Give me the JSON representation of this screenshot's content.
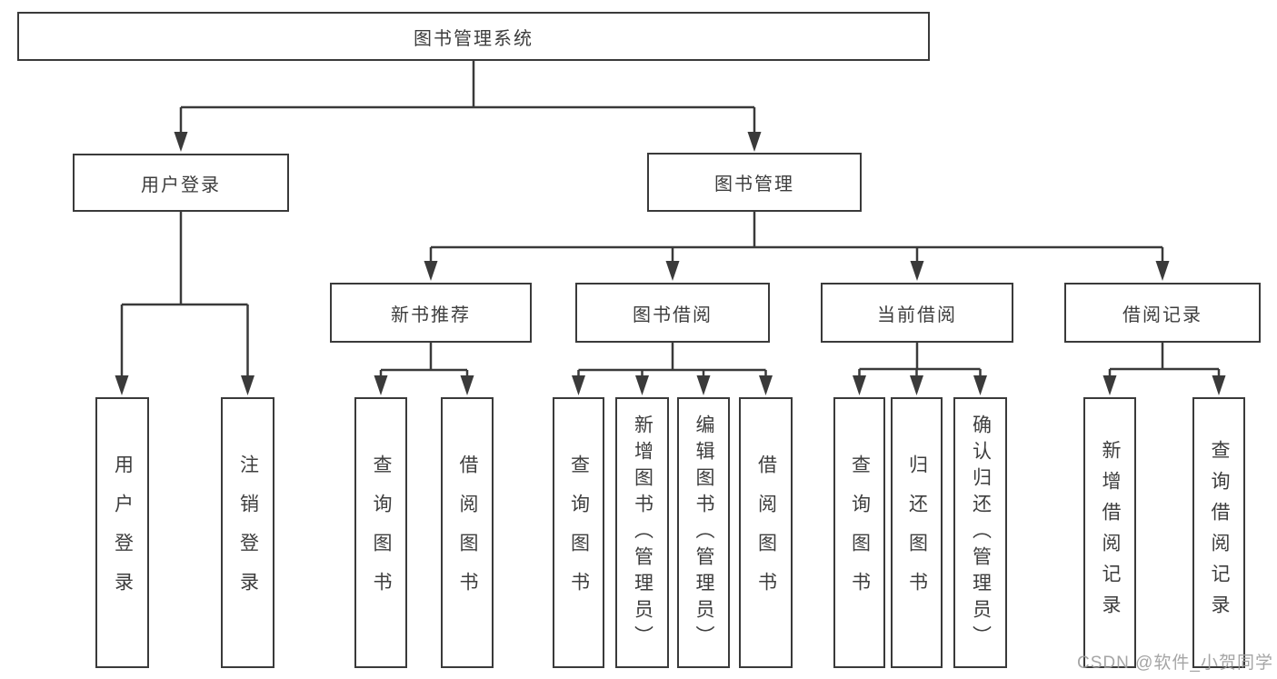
{
  "colors": {
    "line": "#3a3a3a",
    "text": "#3d3d3d",
    "box_bg": "#ffffff",
    "background": "#ffffff",
    "watermark": "#9c9c9c"
  },
  "tree": {
    "label": "图书管理系统",
    "children": [
      {
        "label": "用户登录",
        "children": [
          {
            "label": "用户登录"
          },
          {
            "label": "注销登录"
          }
        ]
      },
      {
        "label": "图书管理",
        "children": [
          {
            "label": "新书推荐",
            "children": [
              {
                "label": "查询图书"
              },
              {
                "label": "借阅图书"
              }
            ]
          },
          {
            "label": "图书借阅",
            "children": [
              {
                "label": "查询图书"
              },
              {
                "label": "新增图书（管理员）"
              },
              {
                "label": "编辑图书（管理员）"
              },
              {
                "label": "借阅图书"
              }
            ]
          },
          {
            "label": "当前借阅",
            "children": [
              {
                "label": "查询图书"
              },
              {
                "label": "归还图书"
              },
              {
                "label": "确认归还（管理员）"
              }
            ]
          },
          {
            "label": "借阅记录",
            "children": [
              {
                "label": "新增借阅记录"
              },
              {
                "label": "查询借阅记录"
              }
            ]
          }
        ]
      }
    ]
  },
  "watermark": "CSDN @软件_小贺同学"
}
